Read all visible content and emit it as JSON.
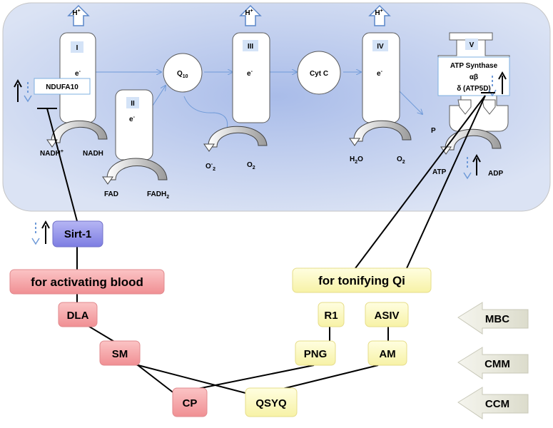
{
  "complexes": {
    "I": "I",
    "II": "II",
    "III": "III",
    "IV": "IV",
    "V": "V",
    "electron": "e",
    "electron_sup": "-",
    "proton": "H",
    "proton_sup": "+"
  },
  "q10": {
    "main": "Q",
    "sub": "10"
  },
  "cytc": "Cyt C",
  "ndufa10": "NDUFA10",
  "atp_synthase": {
    "line1": "ATP Synthase",
    "line2": "αβ",
    "line3": "δ (ATP5D)"
  },
  "complex1_labels": {
    "nad": "NADH",
    "nad_sup": "+",
    "nadh": "NADH"
  },
  "complex2_labels": {
    "fad": "FAD",
    "fadh": "FADH",
    "fadh_sub": "2"
  },
  "complex3_labels": {
    "o": "O",
    "o_sup": "-",
    "o_sub": "2",
    "o2": "O",
    "o2_sub": "2"
  },
  "complex4_labels": {
    "h2o_a": "H",
    "h2o_sub": "2",
    "h2o_b": "O",
    "o2": "O",
    "o2_sub": "2"
  },
  "complex5_labels": {
    "p": "P",
    "atp": "ATP",
    "adp": "ADP"
  },
  "sirt1": "Sirt-1",
  "categories": {
    "blood": "for activating blood",
    "qi": "for tonifying Qi"
  },
  "herbs": {
    "DLA": "DLA",
    "SM": "SM",
    "CP": "CP",
    "QSYQ": "QSYQ",
    "R1": "R1",
    "ASIV": "ASIV",
    "PNG": "PNG",
    "AM": "AM"
  },
  "levels": {
    "MBC": "MBC",
    "CMM": "CMM",
    "CCM": "CCM"
  },
  "colors": {
    "membrane": "#c9d6f0",
    "membrane_center": "#9fb5e6",
    "red_box": "#f7a9ab",
    "yellow_box": "#fdfbc4",
    "sirt_box": "#8f8fe8",
    "arrow_blue": "#6f9ad8",
    "level_arrow": "#eaebdf"
  }
}
